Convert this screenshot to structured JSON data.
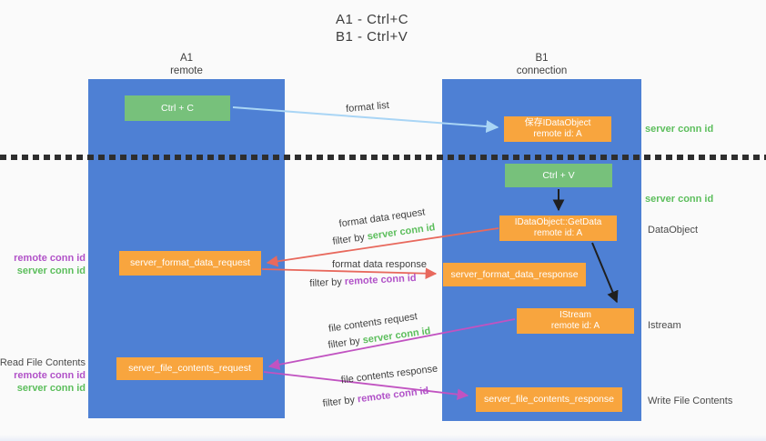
{
  "title": {
    "line1": "A1 - Ctrl+C",
    "line2": "B1 - Ctrl+V"
  },
  "lanes": {
    "left": {
      "name": "A1",
      "role": "remote"
    },
    "right": {
      "name": "B1",
      "role": "connection"
    }
  },
  "boxes": {
    "ctrl_c": {
      "label": "Ctrl + C"
    },
    "ctrl_v": {
      "label": "Ctrl + V"
    },
    "save_idataobject": {
      "line1": "保存IDataObject",
      "line2": "remote id: A"
    },
    "getdata": {
      "line1": "IDataObject::GetData",
      "line2": "remote id: A"
    },
    "istream": {
      "line1": "IStream",
      "line2": "remote id: A"
    },
    "server_format_data_request": {
      "label": "server_format_data_request"
    },
    "server_format_data_response": {
      "label": "server_format_data_response"
    },
    "server_file_contents_request": {
      "label": "server_file_contents_request"
    },
    "server_file_contents_response": {
      "label": "server_file_contents_response"
    }
  },
  "arrow_labels": {
    "format_list": "format list",
    "format_data_request": "format data request",
    "format_data_response": "format data response",
    "file_contents_request": "file contents request",
    "file_contents_response": "file contents response",
    "filter_by": "filter by ",
    "server_conn_id": "server conn id",
    "remote_conn_id": "remote conn id"
  },
  "side_labels": {
    "left_top": {
      "remote": "remote conn id",
      "server": "server conn id"
    },
    "left_bottom": {
      "title": "Read File Contents",
      "remote": "remote conn id",
      "server": "server conn id"
    },
    "right": {
      "server_conn_id_1": "server conn id",
      "server_conn_id_2": "server conn id",
      "dataobject": "DataObject",
      "istream": "Istream",
      "write_file_contents": "Write File Contents"
    }
  },
  "colors": {
    "lane_blue": "#4e80d4",
    "green_box": "#77c17b",
    "orange_box": "#f8a53e",
    "arrow_light_blue": "#a9d5f5",
    "arrow_salmon": "#e8695d",
    "arrow_magenta": "#c153c1",
    "arrow_black": "#1f1f1f",
    "text_green": "#5cbe5c",
    "text_purple": "#b152c8",
    "text_dark": "#3d3d3d"
  }
}
